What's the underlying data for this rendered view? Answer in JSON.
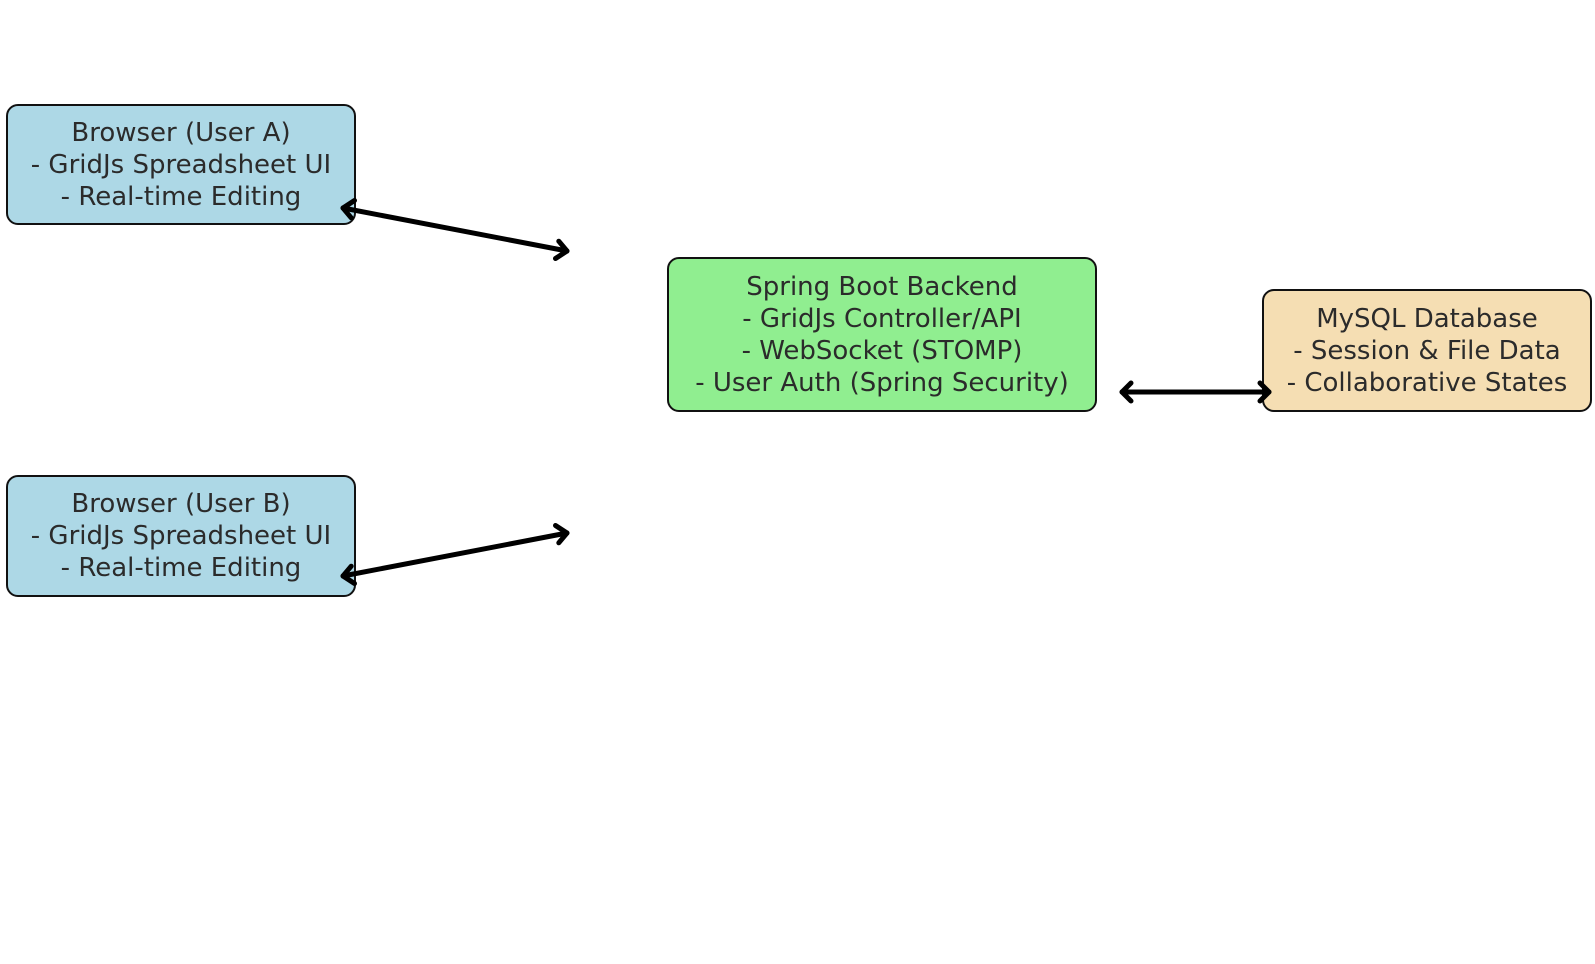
{
  "colors": {
    "browser_fill": "#add8e6",
    "backend_fill": "#90ee90",
    "database_fill": "#f5deb3",
    "border": "#111111",
    "text": "#2b2b2b",
    "arrow": "#000000"
  },
  "nodes": {
    "browser_a": {
      "lines": [
        "Browser (User A)",
        "- GridJs Spreadsheet UI",
        "- Real-time Editing"
      ]
    },
    "browser_b": {
      "lines": [
        "Browser (User B)",
        "- GridJs Spreadsheet UI",
        "- Real-time Editing"
      ]
    },
    "backend": {
      "lines": [
        "Spring Boot Backend",
        "- GridJs Controller/API",
        "- WebSocket (STOMP)",
        "- User Auth (Spring Security)"
      ]
    },
    "database": {
      "lines": [
        "MySQL Database",
        "- Session & File Data",
        "- Collaborative States"
      ]
    }
  },
  "edges": [
    {
      "from": "browser_a",
      "to": "backend",
      "direction": "bidirectional"
    },
    {
      "from": "browser_b",
      "to": "backend",
      "direction": "bidirectional"
    },
    {
      "from": "backend",
      "to": "database",
      "direction": "bidirectional"
    }
  ]
}
